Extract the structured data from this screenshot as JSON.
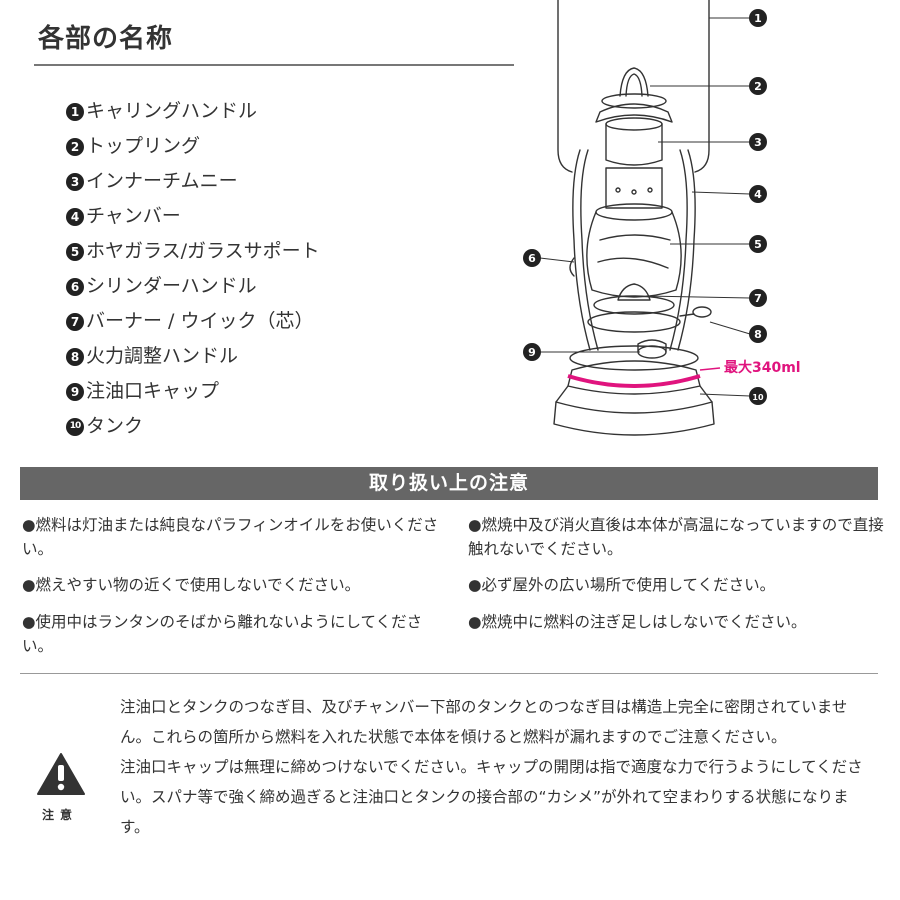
{
  "title": "各部の名称",
  "parts": [
    {
      "num": "1",
      "label": "キャリングハンドル"
    },
    {
      "num": "2",
      "label": "トップリング"
    },
    {
      "num": "3",
      "label": "インナーチムニー"
    },
    {
      "num": "4",
      "label": "チャンバー"
    },
    {
      "num": "5",
      "label": "ホヤガラス/ガラスサポート"
    },
    {
      "num": "6",
      "label": "シリンダーハンドル"
    },
    {
      "num": "7",
      "label": "バーナー / ウイック（芯）"
    },
    {
      "num": "8",
      "label": "火力調整ハンドル"
    },
    {
      "num": "9",
      "label": "注油口キャップ"
    },
    {
      "num": "10",
      "label": "タンク"
    }
  ],
  "diagram": {
    "capacity_label": "最大340ml",
    "callouts": [
      "1",
      "2",
      "3",
      "4",
      "5",
      "6",
      "7",
      "8",
      "9",
      "10"
    ],
    "capacity_color": "#e0147e"
  },
  "caution_title": "取り扱い上の注意",
  "cautions_left": [
    "●燃料は灯油または純良なパラフィンオイルをお使いください。",
    "●燃えやすい物の近くで使用しないでください。",
    "●使用中はランタンのそばから離れないようにしてください。"
  ],
  "cautions_right": [
    "●燃焼中及び消火直後は本体が高温になっていますので直接触れないでください。",
    "●必ず屋外の広い場所で使用してください。",
    "●燃焼中に燃料の注ぎ足しはしないでください。"
  ],
  "warning": {
    "icon": "warning-triangle-icon",
    "label": "注意",
    "paragraph1": "注油口とタンクのつなぎ目、及びチャンバー下部のタンクとのつなぎ目は構造上完全に密閉されていません。これらの箇所から燃料を入れた状態で本体を傾けると燃料が漏れますのでご注意ください。",
    "paragraph2": "注油口キャップは無理に締めつけないでください。キャップの開閉は指で適度な力で行うようにしてください。スパナ等で強く締め過ぎると注油口とタンクの接合部の“カシメ”が外れて空まわりする状態になります。"
  }
}
